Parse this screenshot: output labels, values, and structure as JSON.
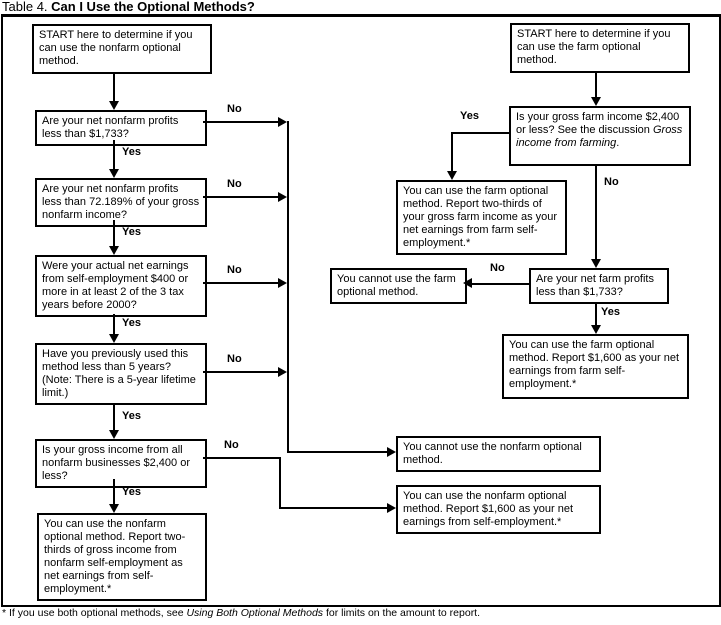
{
  "title": {
    "prefix": "Table 4. ",
    "bold": "Can I Use the Optional Methods?"
  },
  "labels": {
    "yes": "Yes",
    "no": "No"
  },
  "nonfarm": {
    "start": "START here to determine if you can use the nonfarm optional method.",
    "q_net_profits": "Are your net nonfarm profits less than $1,733?",
    "q_percent": "Are your net nonfarm profits less than 72.189% of your gross nonfarm income?",
    "q_actual_earnings": "Were your actual net earnings from self-employment $400 or more in at least 2 of the 3 tax years before 2000?",
    "q_previous_use": "Have you previously used this method less than 5 years? (Note: There is a 5-year lifetime limit.)",
    "q_gross_income": "Is your gross income from all nonfarm businesses $2,400 or less?",
    "result_two_thirds": "You can use the nonfarm optional method. Report two-thirds of gross income from nonfarm self-employment as net earnings from self-employment.*",
    "result_cannot": "You cannot use the nonfarm optional method.",
    "result_1600": "You can use the nonfarm optional method. Report $1,600 as your net earnings from self-employment.*"
  },
  "farm": {
    "start": "START here to determine if you can use the farm optional method.",
    "q_gross_income": {
      "prefix": "Is your gross farm income $2,400 or less? See the discussion ",
      "italic": "Gross income from farming",
      "suffix": "."
    },
    "result_two_thirds": "You can use the farm optional method. Report two-thirds of your gross farm income as your net earnings from farm self-employment.*",
    "result_cannot": "You cannot use the farm optional method.",
    "q_net_profits": "Are your net farm profits less than $1,733?",
    "result_1600": "You can use the farm optional method. Report $1,600 as your net earnings from farm self-employment.*"
  },
  "footnote": {
    "prefix": "* If you use both optional methods, see ",
    "italic": "Using Both Optional Methods",
    "suffix": " for limits on the amount to report."
  }
}
